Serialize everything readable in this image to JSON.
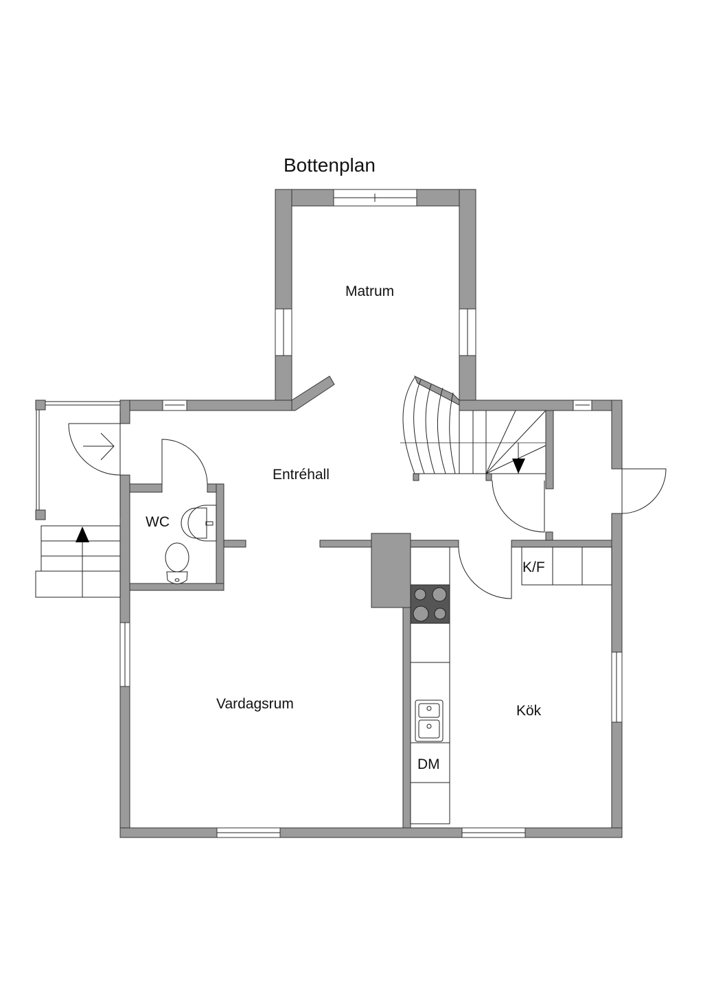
{
  "title": "Bottenplan",
  "rooms": {
    "matrum": "Matrum",
    "entrehall": "Entréhall",
    "wc": "WC",
    "vardagsrum": "Vardagsrum",
    "kok": "Kök",
    "kf": "K/F",
    "dm": "DM"
  },
  "colors": {
    "wall": "#9b9b9b",
    "line": "#222222",
    "stove": "#555555"
  }
}
